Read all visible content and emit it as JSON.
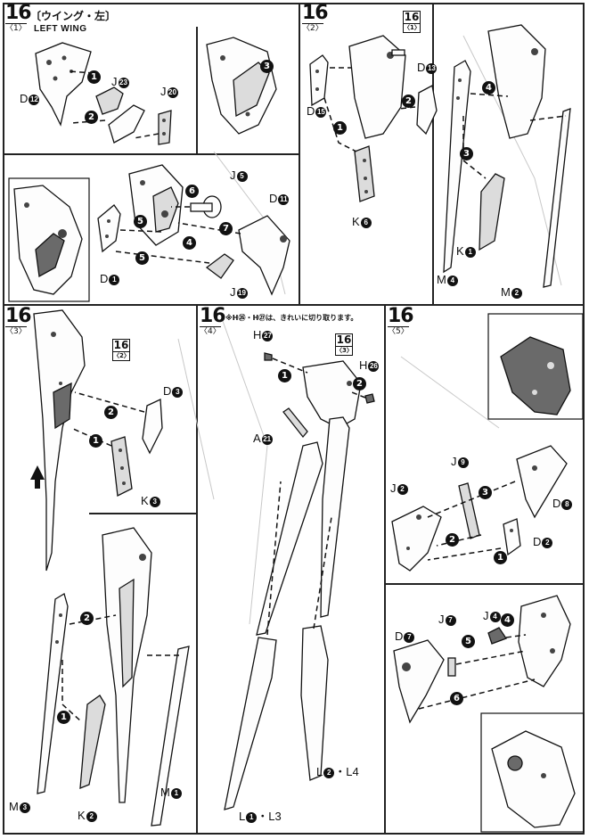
{
  "steps": {
    "s1": {
      "number": "16",
      "sub": "〈1〉",
      "title_jp": "〔ウイング・左〕",
      "title_en": "LEFT WING"
    },
    "s2": {
      "number": "16",
      "sub": "〈2〉"
    },
    "s3": {
      "number": "16",
      "sub": "〈3〉"
    },
    "s4": {
      "number": "16",
      "sub": "〈4〉",
      "note": "※H㉖・H㉗は、きれいに切り取ります。"
    },
    "s5": {
      "number": "16",
      "sub": "〈5〉"
    }
  },
  "refs": {
    "r2a": {
      "n": "16",
      "s": "〈1〉"
    },
    "r3a": {
      "n": "16",
      "s": "〈2〉"
    },
    "r4a": {
      "n": "16",
      "s": "〈3〉"
    }
  },
  "parts": {
    "p1": {
      "code": "J",
      "num": "23"
    },
    "p2": {
      "code": "D",
      "num": "12"
    },
    "p3": {
      "code": "J",
      "num": "20"
    },
    "p4": {
      "code": "J",
      "num": "5"
    },
    "p5": {
      "code": "D",
      "num": "11"
    },
    "p6": {
      "code": "D",
      "num": "1"
    },
    "p7": {
      "code": "J",
      "num": "19"
    },
    "p8": {
      "code": "D",
      "num": "13"
    },
    "p9": {
      "code": "D",
      "num": "15"
    },
    "p10": {
      "code": "K",
      "num": "6"
    },
    "p11": {
      "code": "K",
      "num": "1"
    },
    "p12": {
      "code": "M",
      "num": "4"
    },
    "p13": {
      "code": "M",
      "num": "2"
    },
    "p14": {
      "code": "D",
      "num": "3"
    },
    "p15": {
      "code": "K",
      "num": "3"
    },
    "p16": {
      "code": "M",
      "num": "3"
    },
    "p17": {
      "code": "K",
      "num": "2"
    },
    "p18": {
      "code": "M",
      "num": "1"
    },
    "p19": {
      "code": "H",
      "num": "27"
    },
    "p20": {
      "code": "H",
      "num": "26"
    },
    "p21": {
      "code": "A",
      "num": "21"
    },
    "p22": {
      "code": "L",
      "num": "1",
      "suffix": "・L3"
    },
    "p23": {
      "code": "L",
      "num": "2",
      "suffix": "・L4"
    },
    "p24": {
      "code": "J",
      "num": "9"
    },
    "p25": {
      "code": "J",
      "num": "2"
    },
    "p26": {
      "code": "D",
      "num": "8"
    },
    "p27": {
      "code": "D",
      "num": "2"
    },
    "p28": {
      "code": "J",
      "num": "4"
    },
    "p29": {
      "code": "J",
      "num": "7"
    },
    "p30": {
      "code": "D",
      "num": "7"
    }
  },
  "callouts": {
    "c1": "1",
    "c2": "2",
    "c3": "3",
    "c4": "4",
    "c5": "5",
    "c6": "6",
    "c7": "7"
  },
  "icons": {
    "assembly_arrow": "up-arrow-icon"
  }
}
